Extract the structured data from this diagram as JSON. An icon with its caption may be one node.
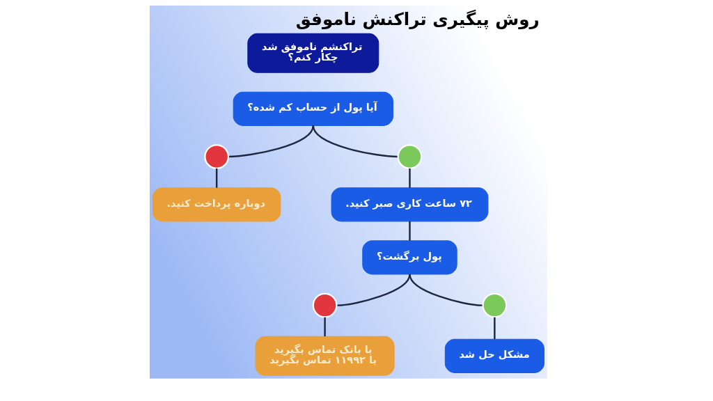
{
  "diagram": {
    "title": "روش پیگیری تراکنش ناموفق",
    "nodes": [
      {
        "text": [
          "تراکنشم ناموفق شد چکار کنم؟"
        ]
      },
      {
        "text": [
          "آیا پول از حساب کم شده؟"
        ]
      },
      {
        "text": [],
        "shape": "circle"
      },
      {
        "text": [],
        "shape": "circle"
      },
      {
        "text": [
          "دوباره پرداخت کنید."
        ]
      },
      {
        "text": [
          "۷۲ ساعت کاری صبر کنید."
        ]
      },
      {
        "text": [
          "پول برگشت؟"
        ]
      },
      {
        "text": [],
        "shape": "circle"
      },
      {
        "text": [],
        "shape": "circle"
      },
      {
        "text": [
          "با بانک تماس بگیرید یا ۱۱۹۹۲ تماس بگیرید"
        ]
      },
      {
        "text": [
          "مشکل حل شد"
        ]
      }
    ],
    "edges": [
      {
        "from": 1,
        "to": 2,
        "arrow": "none"
      },
      {
        "from": 1,
        "to": 3,
        "arrow": "none"
      },
      {
        "from": 2,
        "to": 4,
        "arrow": "none"
      },
      {
        "from": 3,
        "to": 5,
        "arrow": "none"
      },
      {
        "from": 5,
        "to": 6,
        "arrow": "none"
      },
      {
        "from": 6,
        "to": 7,
        "arrow": "none"
      },
      {
        "from": 6,
        "to": 8,
        "arrow": "none"
      },
      {
        "from": 7,
        "to": 9,
        "arrow": "none"
      },
      {
        "from": 8,
        "to": 10,
        "arrow": "none"
      }
    ]
  }
}
